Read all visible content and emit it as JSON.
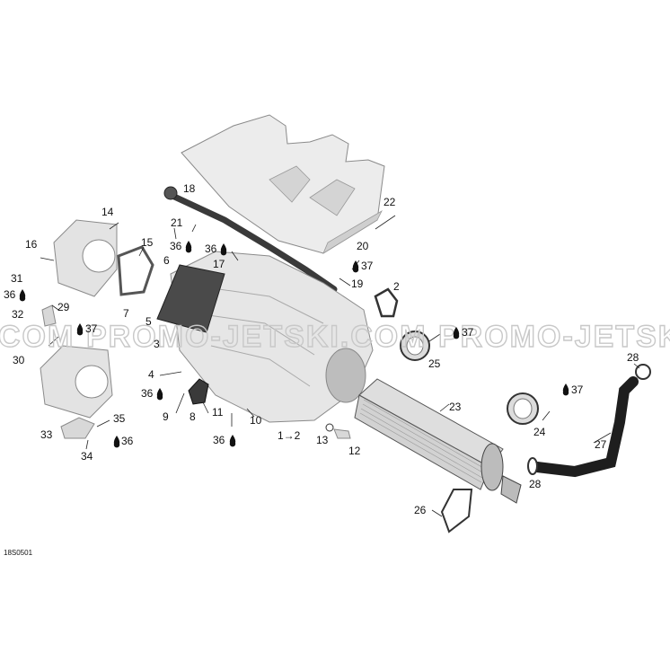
{
  "watermark": {
    "left": "COM",
    "center": "PROMO-JETSKI.COM",
    "right": "PROMO-JETSKI"
  },
  "figure_code": "18S0501",
  "callouts": {
    "c1": "1",
    "c2": "2",
    "c3": "3",
    "c4": "4",
    "c5": "5",
    "c6": "6",
    "c7": "7",
    "c8": "8",
    "c9": "9",
    "c10": "10",
    "c11": "11",
    "c12": "12",
    "c13": "13",
    "c14": "14",
    "c15": "15",
    "c16": "16",
    "c17": "17",
    "c18": "18",
    "c19": "19",
    "c20": "20",
    "c21": "21",
    "c22": "22",
    "c23": "23",
    "c24": "24",
    "c25": "25",
    "c26": "26",
    "c27": "27",
    "c28a": "28",
    "c28b": "28",
    "c29": "29",
    "c30": "30",
    "c31": "31",
    "c32": "32",
    "c33": "33",
    "c34": "34",
    "c35": "35",
    "c36a": "36",
    "c36b": "36",
    "c36c": "36",
    "c36d": "36",
    "c36e": "36",
    "c36f": "36",
    "c37a": "37",
    "c37b": "37",
    "c37c": "37",
    "c37d": "37",
    "ref12": "1→2"
  },
  "colors": {
    "part_fill": "#e9e9e9",
    "part_dark": "#4a4a4a",
    "hose": "#1e1e1e",
    "watermark": "#c8c8c8"
  },
  "icons": {
    "lubricant": "drop-icon"
  }
}
